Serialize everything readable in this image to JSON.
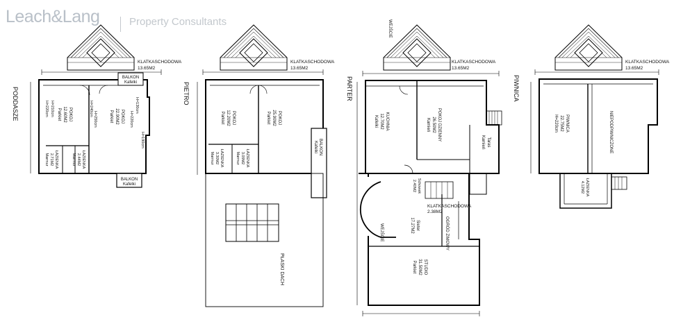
{
  "brand": {
    "logo": "Leach&Lang",
    "tagline": "Property Consultants"
  },
  "colors": {
    "line": "#000000",
    "brand_text": "#b9c0c8"
  },
  "plans": [
    {
      "floor": "PODDASZE",
      "stair_label": "KLATKASCHODOWA",
      "stair_area": "13.65M2",
      "rooms": [
        {
          "name": "BALKON",
          "sub": "Kafelki"
        },
        {
          "name": "POKOJ",
          "area": "12.60M2",
          "sub": "Parkiet"
        },
        {
          "name": "POKOJ",
          "area": "22.90M2",
          "sub": "Parkiet"
        },
        {
          "name": "ŁAZIENKA",
          "area": "2.71M2",
          "sub": "Marmur"
        },
        {
          "name": "ŁAZIENKA",
          "area": "2.44M2",
          "sub": "Marmur"
        },
        {
          "name": "BALKON",
          "sub": "Kafelki"
        }
      ],
      "heights": [
        "H=220cm",
        "H=210cm",
        "H=250cm",
        "H=240cm",
        "H=220cm",
        "H=130cm",
        "H=190cm"
      ]
    },
    {
      "floor": "PIETRO",
      "stair_label": "KLATKASCHODOWA",
      "stair_area": "13.65M2",
      "rooms": [
        {
          "name": "POKOJ",
          "area": "12.20M2",
          "sub": "Parkiet"
        },
        {
          "name": "POKOJ",
          "area": "25.90M2",
          "sub": "Parkiet"
        },
        {
          "name": "ŁAZIENKA",
          "area": "3.30M2",
          "sub": "Marmur"
        },
        {
          "name": "ŁAZIENKA",
          "area": "3.09M2",
          "sub": "Marmur"
        },
        {
          "name": "BALKON",
          "sub": "Kafelki"
        },
        {
          "name": "PŁASKI DACH"
        }
      ]
    },
    {
      "floor": "PARTER",
      "entrance_top": "WEJŚCIE",
      "stair_label": "KLATKASCHODOWA",
      "stair_area": "13.65M2",
      "rooms": [
        {
          "name": "KUCHNIA",
          "area": "12.70M2",
          "sub": "Kafelki"
        },
        {
          "name": "POKOJ DZIENNY",
          "area": "26.50M2",
          "sub": "Kamień"
        },
        {
          "name": "Taras",
          "sub": "Kamień"
        },
        {
          "name": "KLATKASCHODOWA",
          "area": "2.38M2"
        },
        {
          "name": "Schowek",
          "area": "2.40M2"
        },
        {
          "name": "Sieter",
          "area": "17.27M2"
        },
        {
          "name": "OGRÓD ZIMOWY"
        },
        {
          "name": "WEJŚCIE"
        },
        {
          "name": "STUDIO",
          "area": "31.50M2",
          "sub": "Parkiet"
        }
      ]
    },
    {
      "floor": "PIWNICA",
      "stair_label": "KLATKASCHODOWA",
      "stair_area": "13.65M2",
      "rooms": [
        {
          "name": "PIWNICA",
          "area": "22.75M2",
          "sub": "H=220cm"
        },
        {
          "name": "NIEPODPIWNICZONE"
        },
        {
          "name": "ŁAZIENKA",
          "area": "4.12M2"
        }
      ]
    }
  ]
}
